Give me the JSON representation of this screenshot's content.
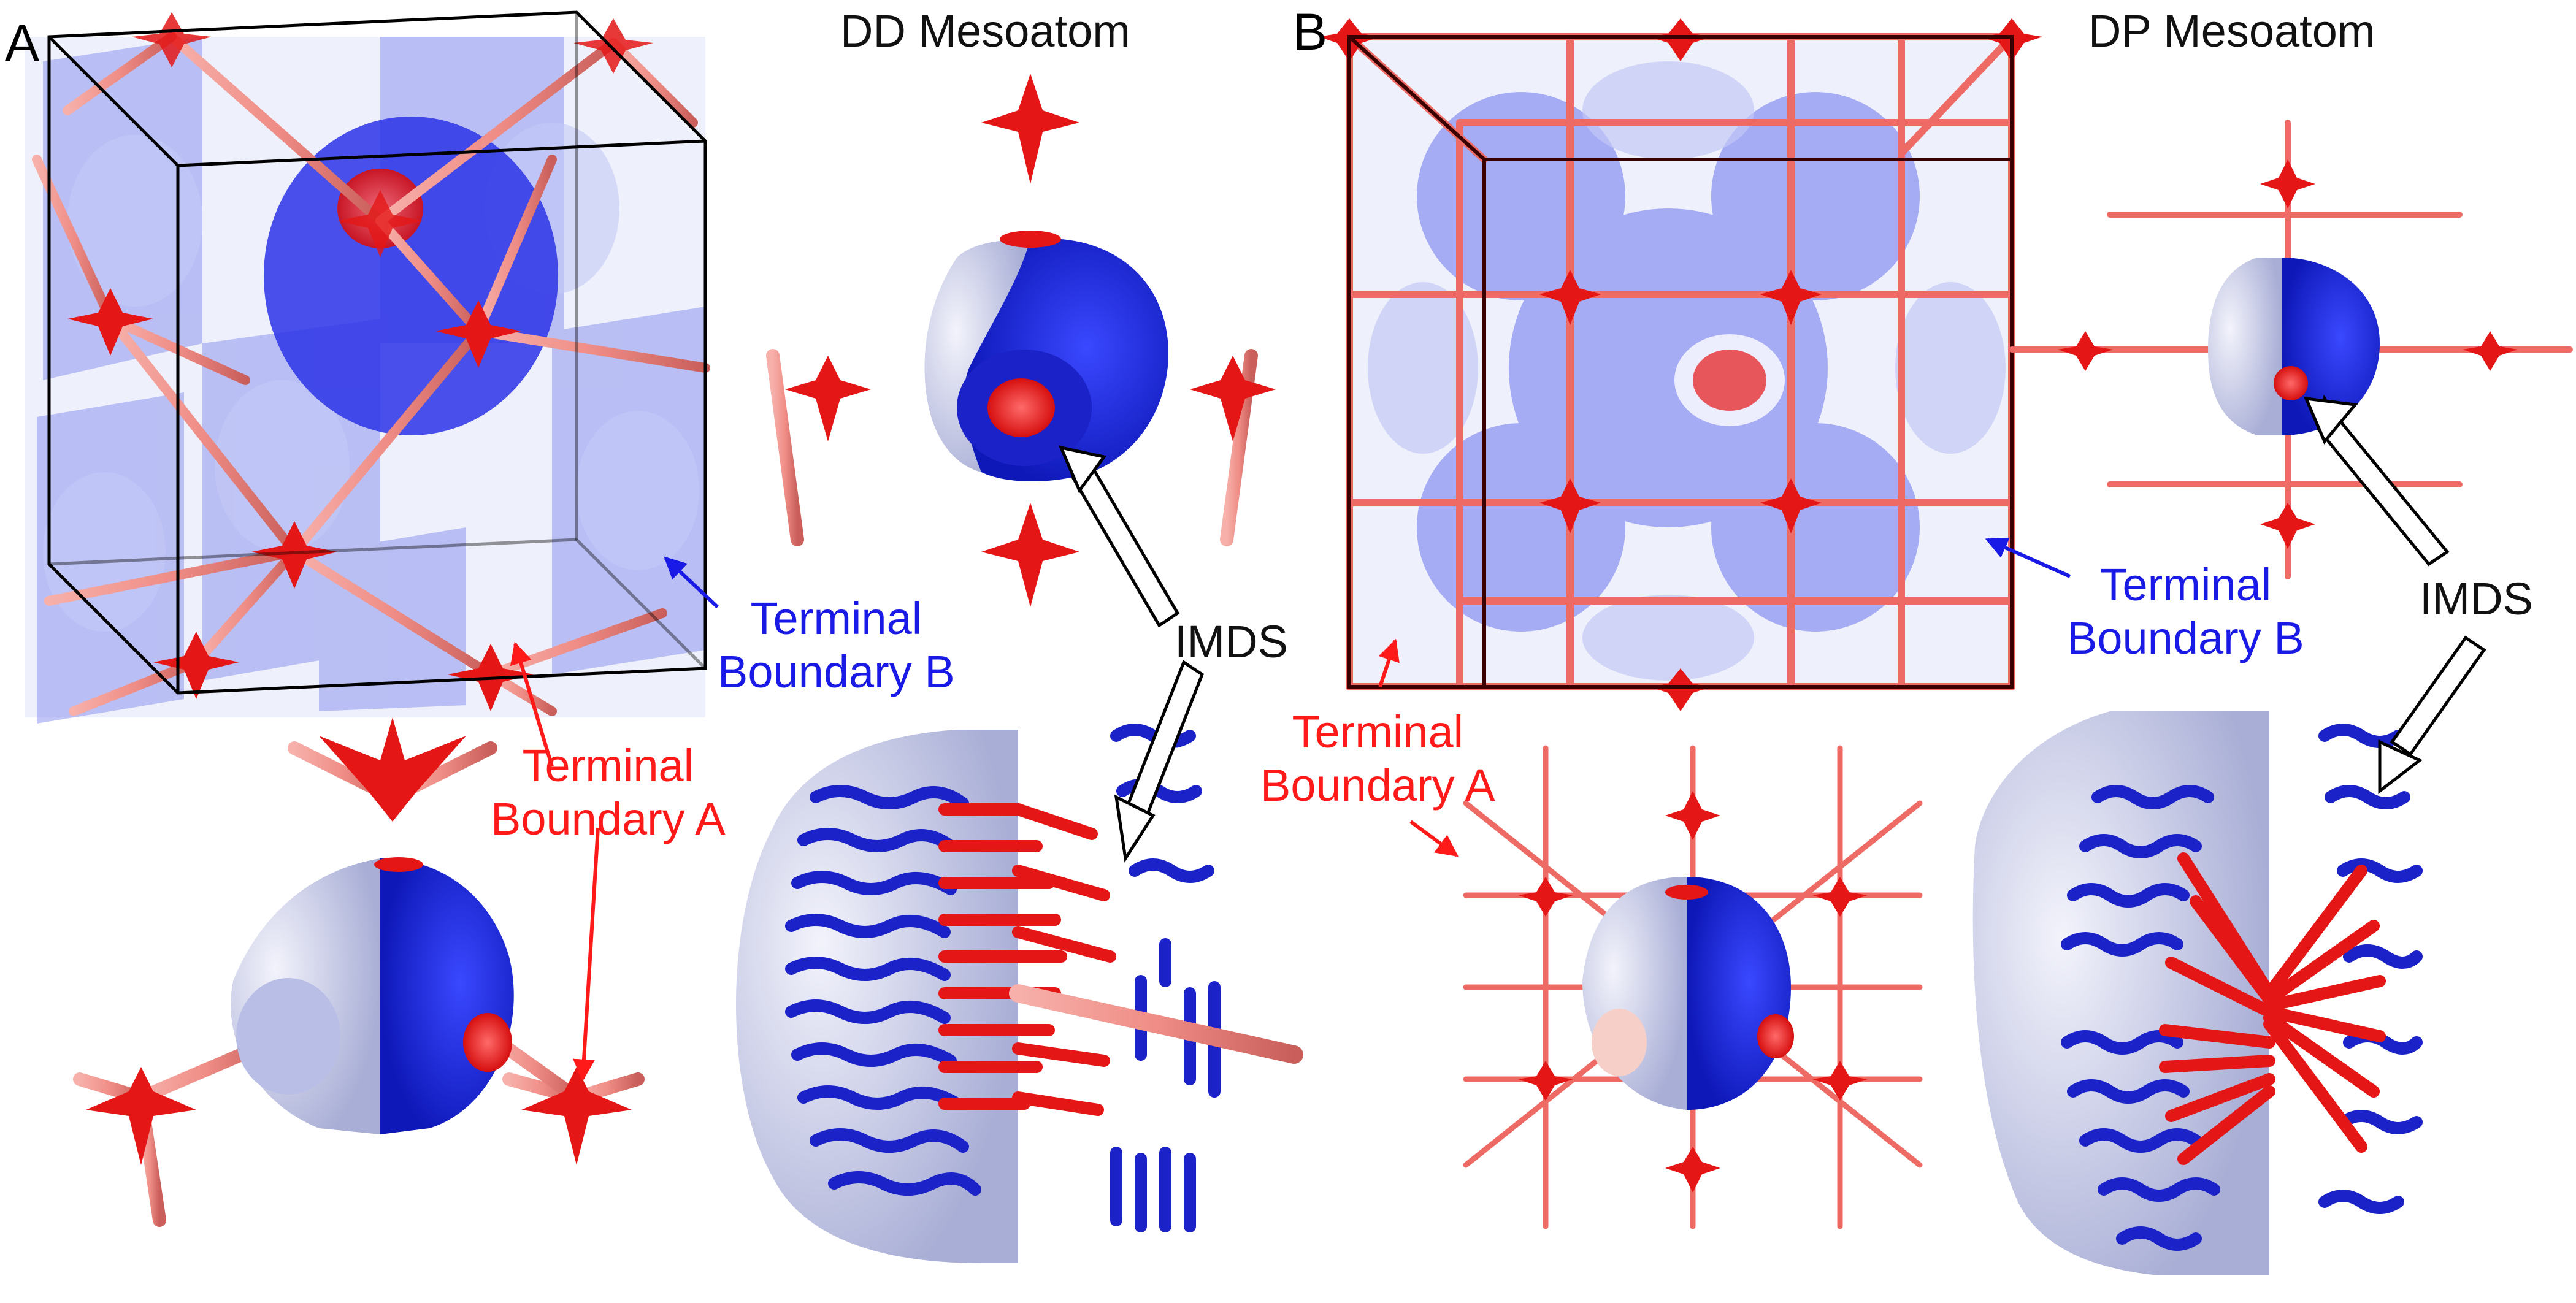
{
  "panel_a": {
    "letter": "A",
    "title": "DD Mesoatom",
    "imds_label": "IMDS",
    "terminal_b": [
      "Terminal",
      "Boundary B"
    ],
    "terminal_a": [
      "Terminal",
      "Boundary A"
    ]
  },
  "panel_b": {
    "letter": "B",
    "title": "DP Mesoatom",
    "imds_label": "IMDS",
    "terminal_b": [
      "Terminal",
      "Boundary B"
    ],
    "terminal_a": [
      "Terminal",
      "Boundary A"
    ]
  },
  "colors": {
    "domain_blue": "#1f2fe8",
    "domain_blue_translucent": "#8a94f5",
    "core_red": "#ee1f1f",
    "skeleton_pink": "#f08a86",
    "pale_shell": "#c8cce8",
    "label_blue": "#1a1ae6",
    "label_red": "#ff1a1a"
  }
}
